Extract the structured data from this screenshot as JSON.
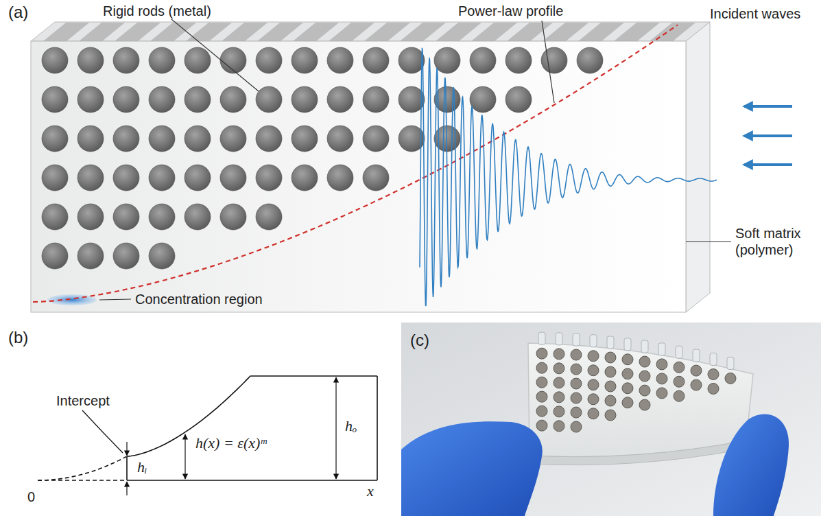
{
  "diagram": {
    "labels": [
      "(a)",
      "Rigid rods (metal)",
      "Power-law profile",
      "Incident waves",
      "Soft matrix (polymer)",
      "Concentration region",
      "(b)",
      "Intercept",
      "hᵢ",
      "h(x) = ε(x)ᵐ",
      "hₒ",
      "0",
      "x",
      "(c)"
    ]
  }
}
